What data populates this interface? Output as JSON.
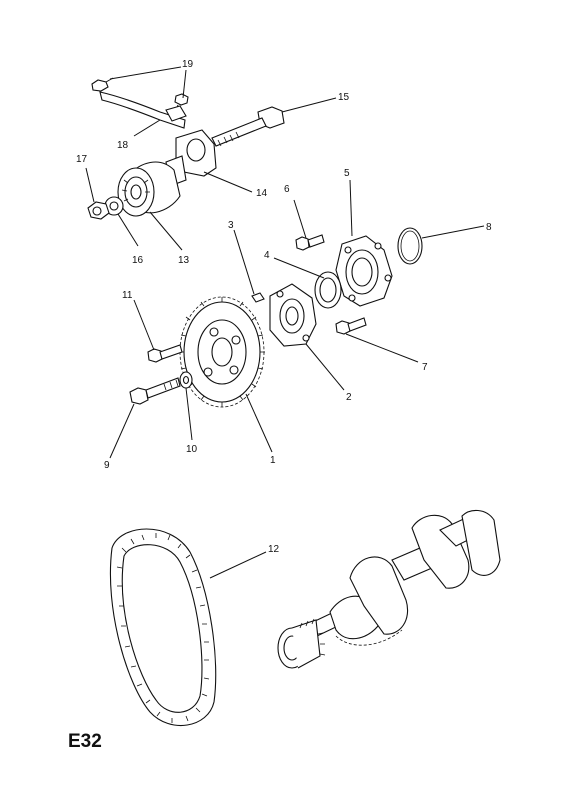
{
  "diagram": {
    "page_code": "E32",
    "callouts": [
      {
        "id": "1",
        "label": "1"
      },
      {
        "id": "2",
        "label": "2"
      },
      {
        "id": "3",
        "label": "3"
      },
      {
        "id": "4",
        "label": "4"
      },
      {
        "id": "5",
        "label": "5"
      },
      {
        "id": "6",
        "label": "6"
      },
      {
        "id": "7",
        "label": "7"
      },
      {
        "id": "8",
        "label": "8"
      },
      {
        "id": "9",
        "label": "9"
      },
      {
        "id": "10",
        "label": "10"
      },
      {
        "id": "11",
        "label": "11"
      },
      {
        "id": "12",
        "label": "12"
      },
      {
        "id": "13",
        "label": "13"
      },
      {
        "id": "14",
        "label": "14"
      },
      {
        "id": "15",
        "label": "15"
      },
      {
        "id": "16",
        "label": "16"
      },
      {
        "id": "17",
        "label": "17"
      },
      {
        "id": "18",
        "label": "18"
      },
      {
        "id": "19",
        "label": "19"
      }
    ]
  }
}
